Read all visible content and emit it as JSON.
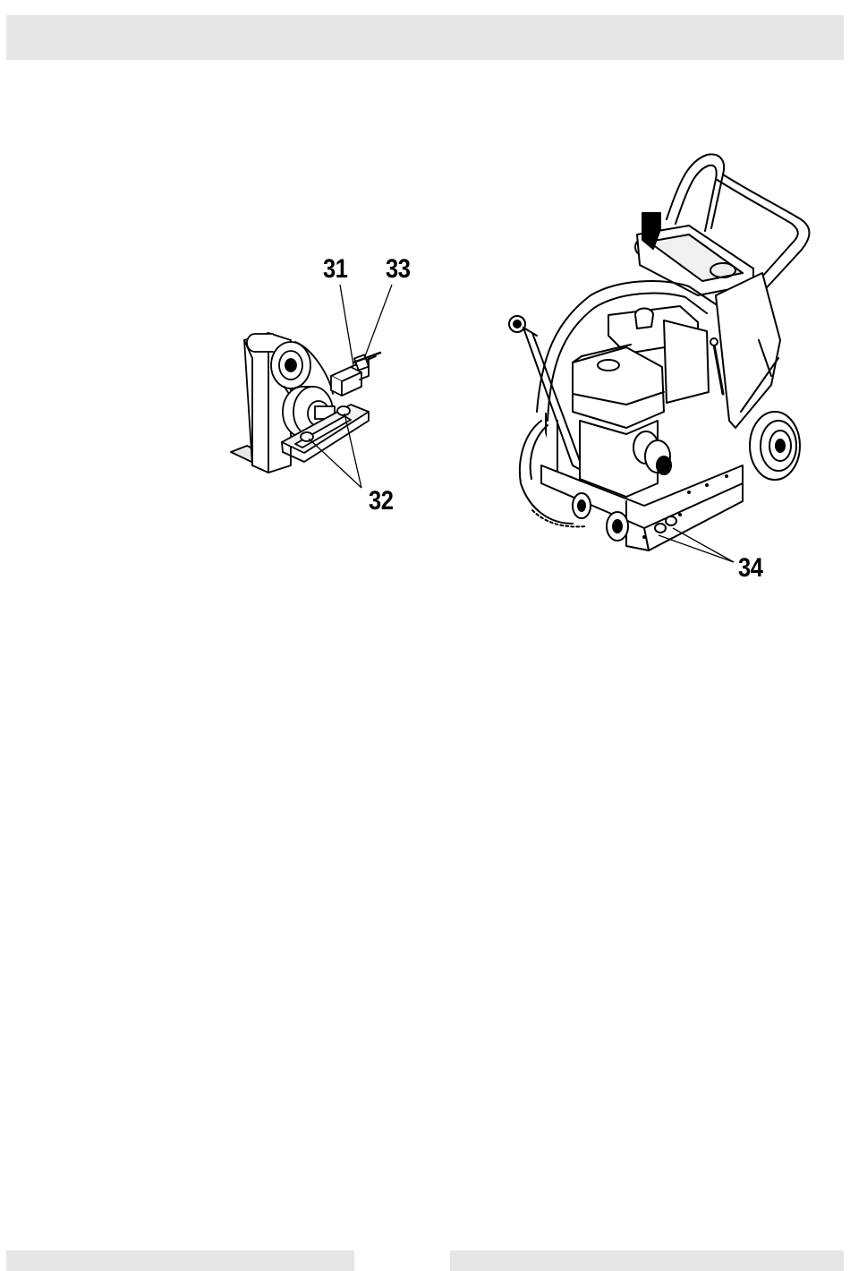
{
  "callouts": {
    "c31": "31",
    "c32": "32",
    "c33": "33",
    "c34": "34"
  },
  "colors": {
    "band": "#e6e6e6",
    "ink": "#000000"
  }
}
